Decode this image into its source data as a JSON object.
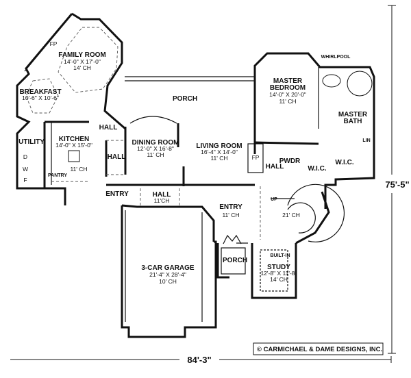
{
  "rooms": {
    "family_room": {
      "name": "FAMILY ROOM",
      "size": "14'-0\" X 17'-0\"",
      "ceiling": "14' CH"
    },
    "fp_family": "FP",
    "breakfast": {
      "name": "BREAKFAST",
      "size": "10'-6\" X 10'-6\""
    },
    "porch_rear": "PORCH",
    "utility": "UTILITY",
    "appliances": [
      "D",
      "W",
      "F"
    ],
    "kitchen": {
      "name": "KITCHEN",
      "size": "14'-0\" X 15'-0\"",
      "ceiling": "11' CH"
    },
    "pantry": "PANTRY",
    "hall_upper": "HALL",
    "hall_side": "HALL",
    "dining_room": {
      "name": "DINING ROOM",
      "size": "12'-0\" X 16'-8\"",
      "ceiling": "11' CH"
    },
    "living_room": {
      "name": "LIVING ROOM",
      "size": "16'-4\" X 14'-0\"",
      "ceiling": "11' CH"
    },
    "fp_living": "FP",
    "hall_master": "HALL",
    "pwdr": "PWDR",
    "master_bedroom": {
      "name1": "MASTER",
      "name2": "BEDROOM",
      "size": "14'-0\" X 20'-0\"",
      "ceiling": "11' CH"
    },
    "whirlpool": "WHIRLPOOL",
    "master_bath": {
      "name1": "MASTER",
      "name2": "BATH"
    },
    "lin": "LIN",
    "wic1": "W.I.C.",
    "wic2": "W.I.C.",
    "entry_side": "ENTRY",
    "hall_center": {
      "name": "HALL",
      "ceiling": "11'CH"
    },
    "entry_main": {
      "name": "ENTRY",
      "ceiling": "11' CH"
    },
    "stair": {
      "up": "UP",
      "ceiling": "21' CH"
    },
    "garage": {
      "name": "3-CAR GARAGE",
      "size": "21'-4\" X 28'-4\"",
      "ceiling": "10' CH"
    },
    "porch_front": "PORCH",
    "study": {
      "builtin": "BUILT-IN",
      "name": "STUDY",
      "size": "12'-8\" X 11'-8\"",
      "ceiling": "14' CH"
    }
  },
  "dimensions": {
    "width": "84'-3\"",
    "depth": "75'-5\""
  },
  "copyright": "© CARMICHAEL & DAME DESIGNS, INC."
}
